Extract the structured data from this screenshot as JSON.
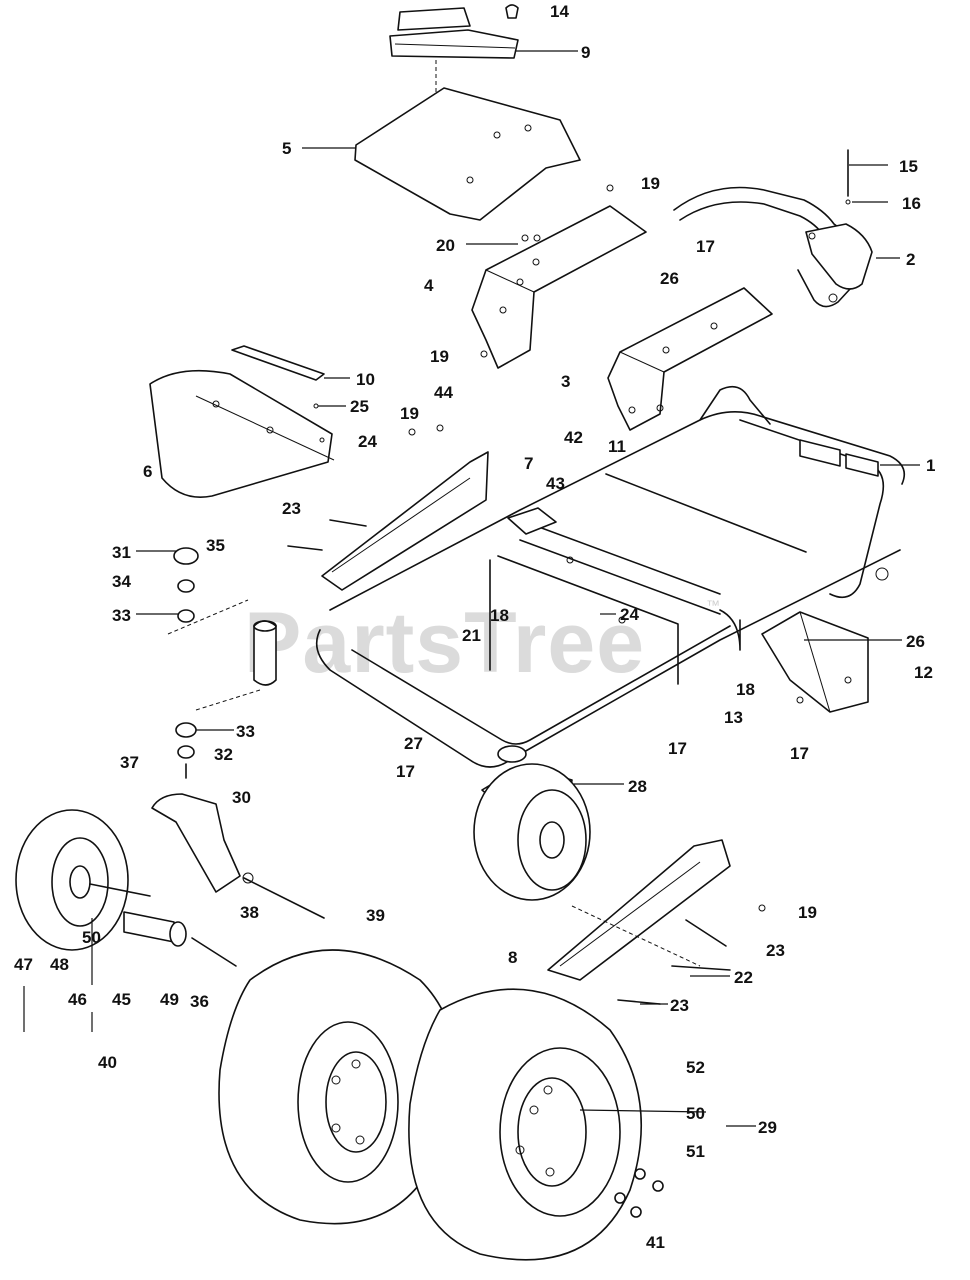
{
  "watermark": {
    "text": "PartsTree",
    "trademark": "™"
  },
  "callouts": {
    "c1": "1",
    "c2": "2",
    "c3": "3",
    "c4": "4",
    "c5": "5",
    "c6": "6",
    "c7": "7",
    "c8": "8",
    "c9": "9",
    "c10": "10",
    "c11": "11",
    "c12": "12",
    "c13": "13",
    "c14": "14",
    "c15": "15",
    "c16": "16",
    "c17a": "17",
    "c17b": "17",
    "c17c": "17",
    "c17d": "17",
    "c18a": "18",
    "c18b": "18",
    "c19a": "19",
    "c19b": "19",
    "c19c": "19",
    "c19d": "19",
    "c20": "20",
    "c21": "21",
    "c22": "22",
    "c23a": "23",
    "c23b": "23",
    "c23c": "23",
    "c24a": "24",
    "c24b": "24",
    "c25": "25",
    "c26a": "26",
    "c26b": "26",
    "c27": "27",
    "c28": "28",
    "c29": "29",
    "c30": "30",
    "c31": "31",
    "c32": "32",
    "c33a": "33",
    "c33b": "33",
    "c34": "34",
    "c35": "35",
    "c36": "36",
    "c37": "37",
    "c38": "38",
    "c39": "39",
    "c40": "40",
    "c41": "41",
    "c42": "42",
    "c43": "43",
    "c44": "44",
    "c45": "45",
    "c46": "46",
    "c47": "47",
    "c48": "48",
    "c49": "49",
    "c50a": "50",
    "c50b": "50",
    "c51": "51",
    "c52": "52"
  }
}
